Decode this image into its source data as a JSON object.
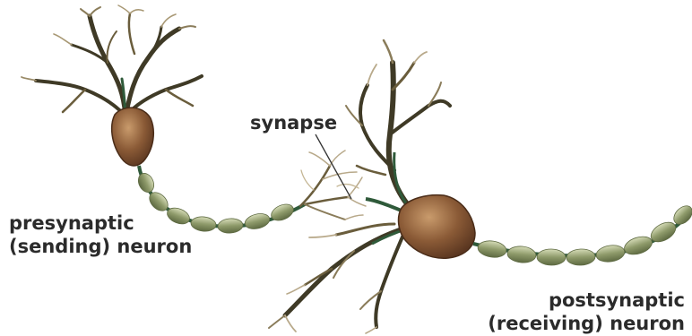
{
  "labels": {
    "synapse": "synapse",
    "presynaptic": {
      "line1": "presynaptic",
      "line2": "(sending) neuron"
    },
    "postsynaptic": {
      "line1": "postsynaptic",
      "line2": "(receiving) neuron"
    }
  },
  "colors": {
    "background": "#ffffff",
    "cell_body": "#8a5a36",
    "cell_body_highlight": "#c79a6a",
    "dendrite": "#3f3a26",
    "dendrite_tip": "#b8a98a",
    "axon_myelin": "#8e9a6a",
    "axon_myelin_light": "#c9d1a8",
    "axon_core": "#2f5a3a",
    "text": "#2b2b2b"
  }
}
